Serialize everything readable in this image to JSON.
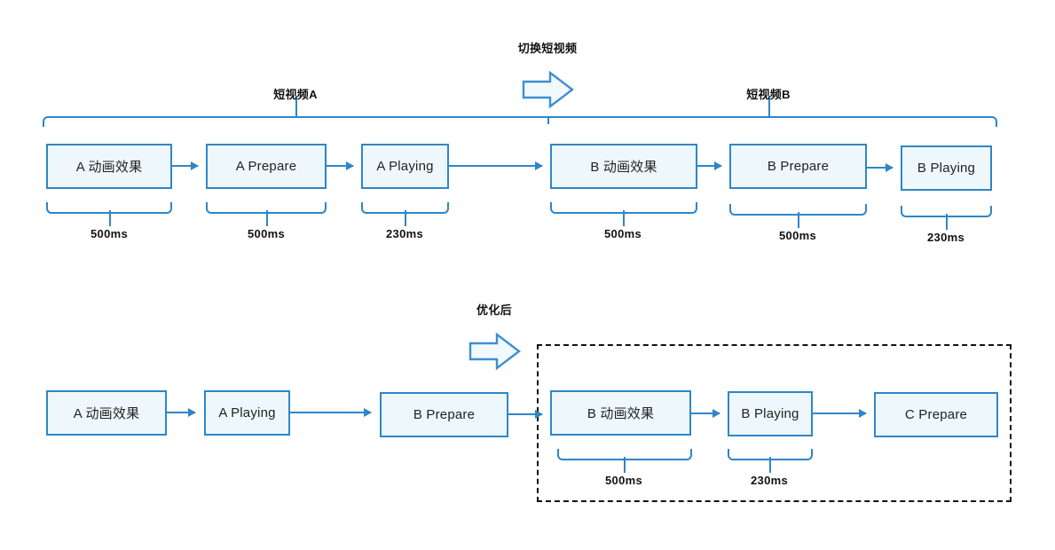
{
  "diagram": {
    "title_top_group_a": "短视频A",
    "title_top_group_b": "短视频B",
    "caption_switch": "切换短视频",
    "caption_optimized": "优化后",
    "accent_color": "#2e86c8",
    "box_fill_color": "#eef8fc",
    "dashed_color": "#111111"
  },
  "top_row": {
    "boxes": [
      {
        "label": "A 动画效果",
        "duration": "500ms"
      },
      {
        "label": "A Prepare",
        "duration": "500ms"
      },
      {
        "label": "A Playing",
        "duration": "230ms"
      },
      {
        "label": "B 动画效果",
        "duration": "500ms"
      },
      {
        "label": "B Prepare",
        "duration": "500ms"
      },
      {
        "label": "B Playing",
        "duration": "230ms"
      }
    ]
  },
  "bottom_row": {
    "boxes": [
      {
        "label": "A 动画效果",
        "duration": ""
      },
      {
        "label": "A Playing",
        "duration": ""
      },
      {
        "label": "B Prepare",
        "duration": ""
      },
      {
        "label": "B 动画效果",
        "duration": "500ms"
      },
      {
        "label": "B Playing",
        "duration": "230ms"
      },
      {
        "label": "C Prepare",
        "duration": ""
      }
    ]
  }
}
